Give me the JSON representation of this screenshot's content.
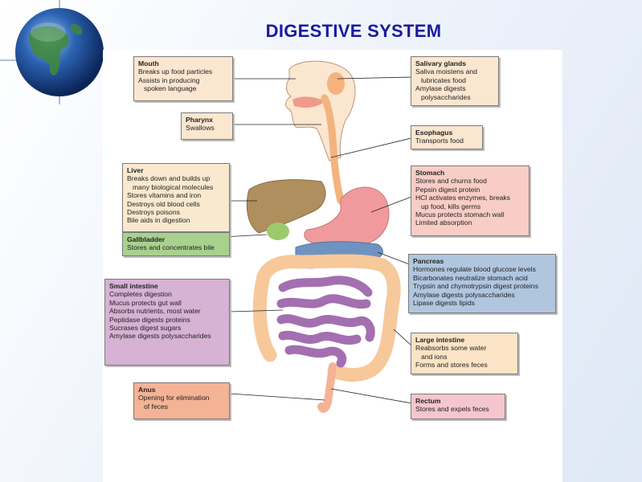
{
  "title": "DIGESTIVE SYSTEM",
  "boxes": {
    "mouth": {
      "heading": "Mouth",
      "lines": [
        "Breaks up food particles",
        "Assists in producing",
        "spoken language"
      ]
    },
    "pharynx": {
      "heading": "Pharynx",
      "lines": [
        "Swallows"
      ]
    },
    "liver": {
      "heading": "Liver",
      "lines": [
        "Breaks down and builds up",
        "many biological molecules",
        "Stores vitamins and iron",
        "Destroys old blood cells",
        "Destroys poisons",
        "Bile aids in digestion"
      ]
    },
    "gallbladder": {
      "heading": "Gallbladder",
      "lines": [
        "Stores and concentrates bile"
      ]
    },
    "small_intestine": {
      "heading": "Small intestine",
      "lines": [
        "Completes digestion",
        "Mucus protects gut wall",
        "Absorbs nutrients, most water",
        "Peptidase digests proteins",
        "Sucrases digest sugars",
        "Amylase digests polysaccharides"
      ]
    },
    "anus": {
      "heading": "Anus",
      "lines": [
        "Opening for elimination",
        "of feces"
      ]
    },
    "salivary_glands": {
      "heading": "Salivary glands",
      "lines": [
        "Saliva moistens and",
        "lubricates food",
        "Amylase digests",
        "polysaccharides"
      ]
    },
    "esophagus": {
      "heading": "Esophagus",
      "lines": [
        "Transports food"
      ]
    },
    "stomach": {
      "heading": "Stomach",
      "lines": [
        "Stores and churns food",
        "Pepsin digest protein",
        "HCl activates enzymes, breaks",
        "up food, kills germs",
        "Mucus protects stomach wall",
        "Limited absorption"
      ]
    },
    "pancreas": {
      "heading": "Pancreas",
      "lines": [
        "Hormones regulate blood glucose levels",
        "Bicarbonates neutralize stomach acid",
        "Trypsin and chymotrypsin digest proteins",
        "Amylase digests polysaccharides",
        "Lipase digests lipids"
      ]
    },
    "large_intestine": {
      "heading": "Large intestine",
      "lines": [
        "Reabsorbs some water",
        "and ions",
        "Forms and stores feces"
      ]
    },
    "rectum": {
      "heading": "Rectum",
      "lines": [
        "Stores and expels feces"
      ]
    }
  },
  "colors": {
    "title": "#1a1a9c",
    "liver": "#a3865a",
    "gallbladder": "#9cc96b",
    "stomach": "#f19a9e",
    "pancreas": "#6f93c0",
    "small_intestine": "#a36fb0",
    "large_intestine": "#f7c89a",
    "esophagus": "#f4b37e"
  }
}
